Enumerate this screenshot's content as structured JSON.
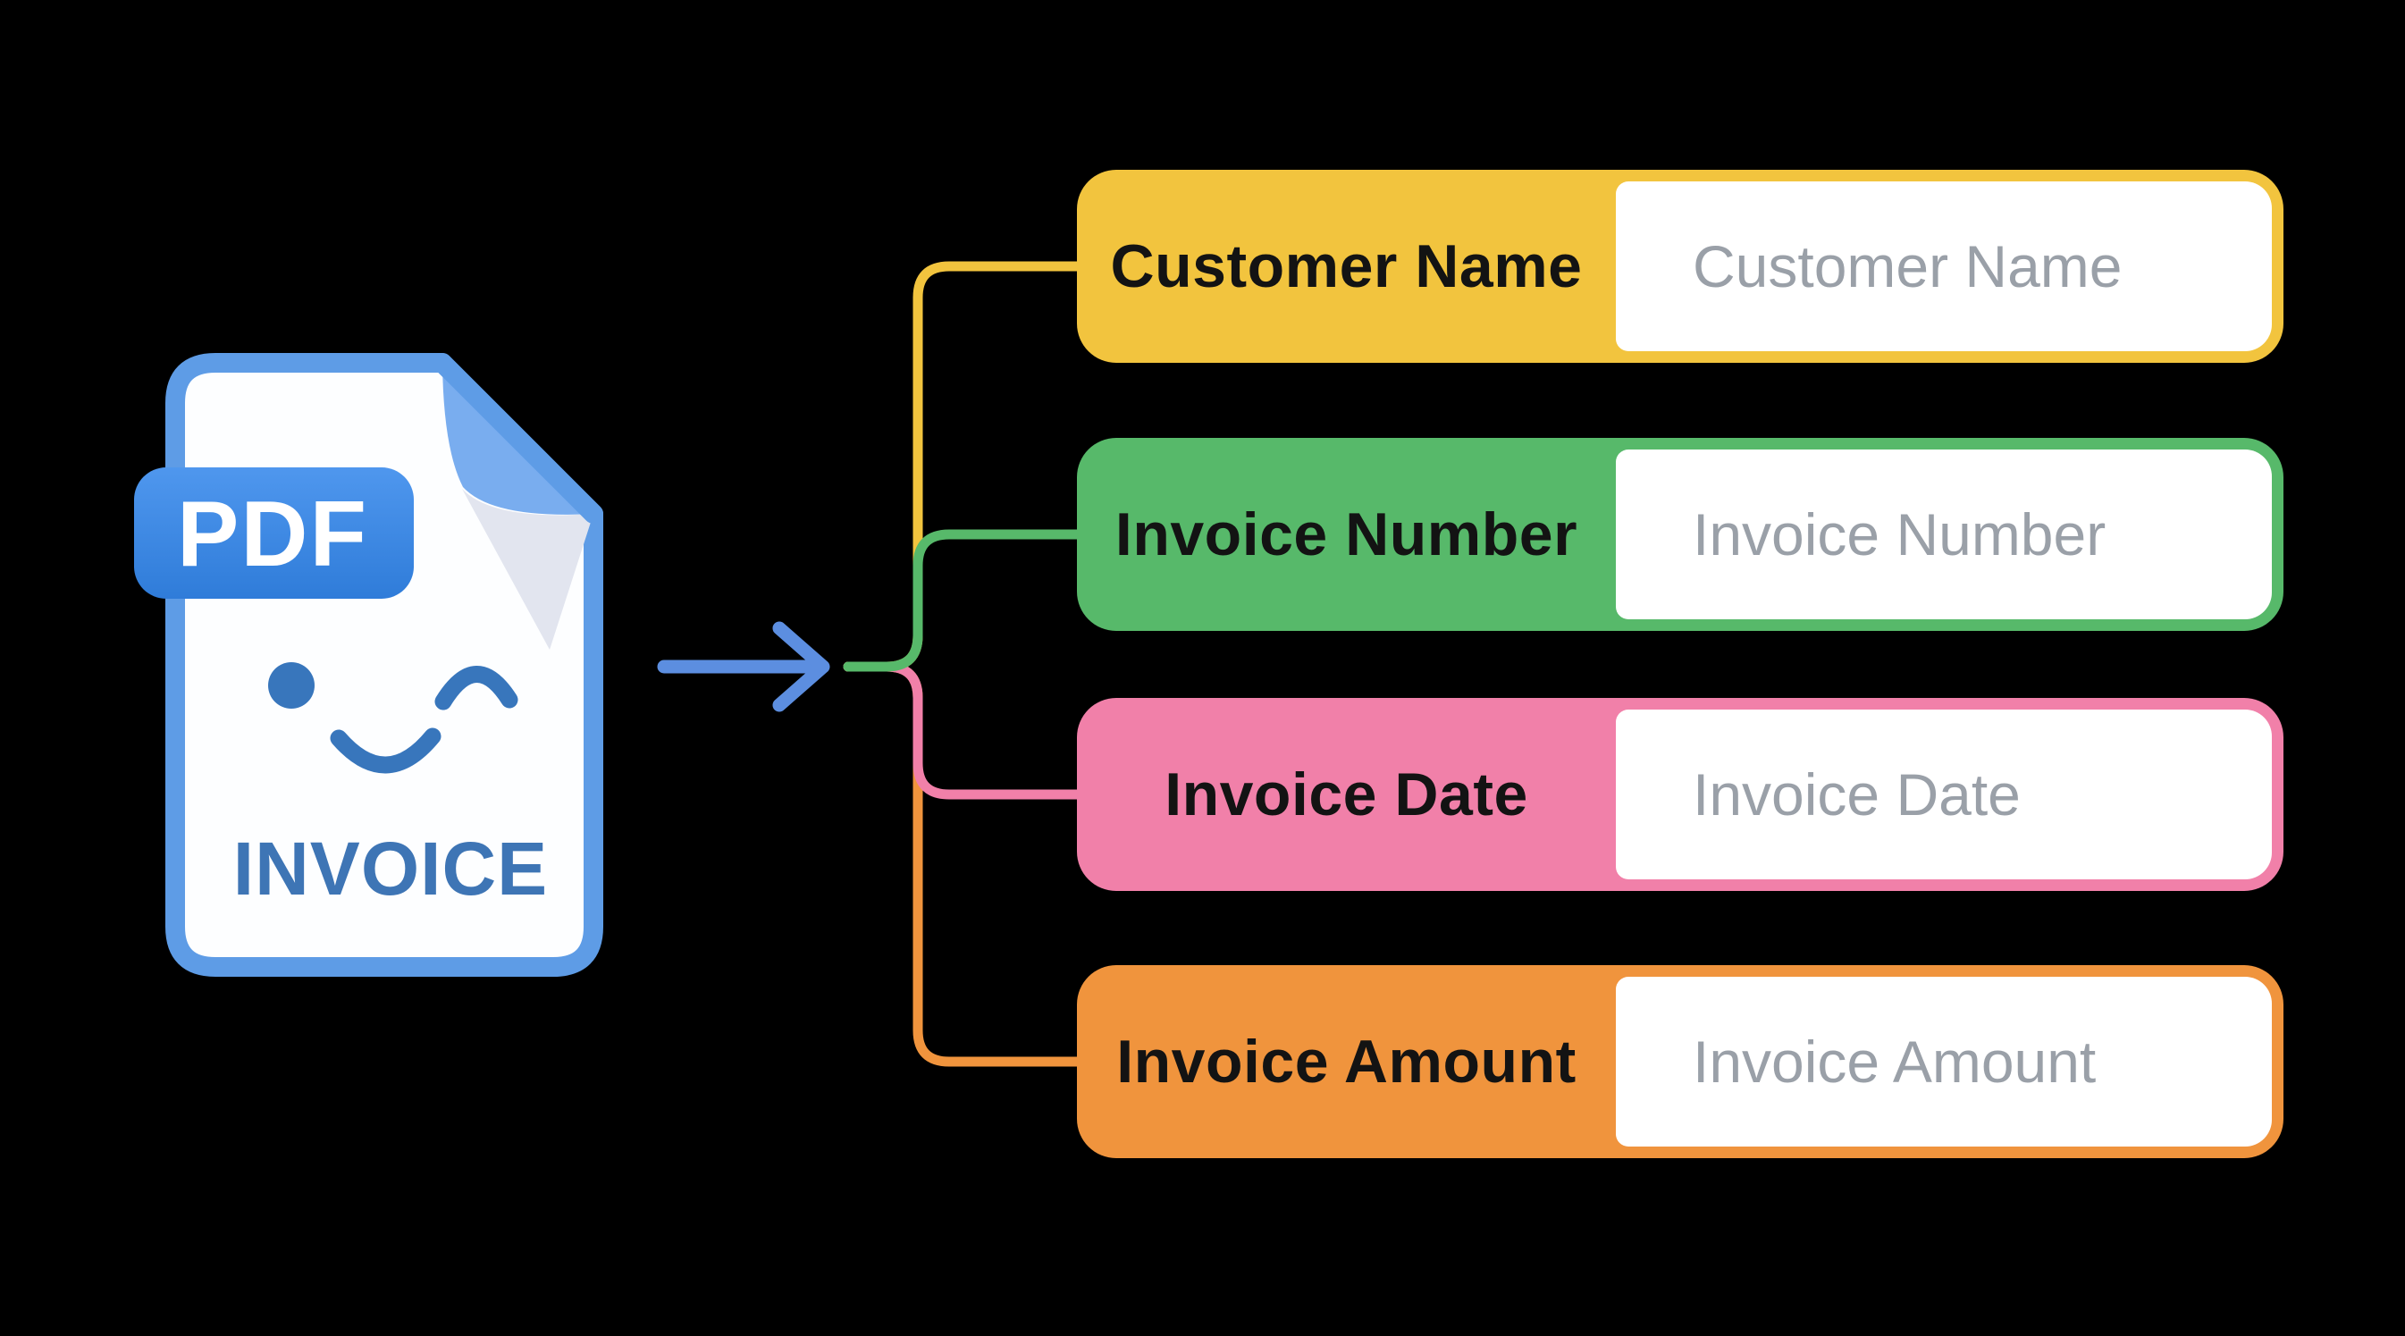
{
  "background": "#000000",
  "pdf_icon": {
    "badge_label": "PDF",
    "doc_label": "INVOICE",
    "colors": {
      "badge_top": "#4F97EE",
      "badge_bottom": "#2F7CD9",
      "badge_text": "#FFFFFF",
      "doc_border": "#5E9CE6",
      "doc_fill": "#FDFEFF",
      "fold_flap": "#79ADEF",
      "fold_shadow": "#E2E5EF",
      "face": "#3876BC",
      "doc_label_text": "#3E75B5"
    }
  },
  "arrow": {
    "color": "#5C8EE0"
  },
  "fields": [
    {
      "label": "Customer Name",
      "placeholder": "Customer Name",
      "color": "#F2C43E"
    },
    {
      "label": "Invoice Number",
      "placeholder": "Invoice Number",
      "color": "#57B96A"
    },
    {
      "label": "Invoice Date",
      "placeholder": "Invoice Date",
      "color": "#F180A9"
    },
    {
      "label": "Invoice Amount",
      "placeholder": "Invoice Amount",
      "color": "#F0943D"
    }
  ],
  "text_colors": {
    "label": "#131313",
    "placeholder": "#9AA0A8",
    "field_bg": "#FFFFFF"
  }
}
